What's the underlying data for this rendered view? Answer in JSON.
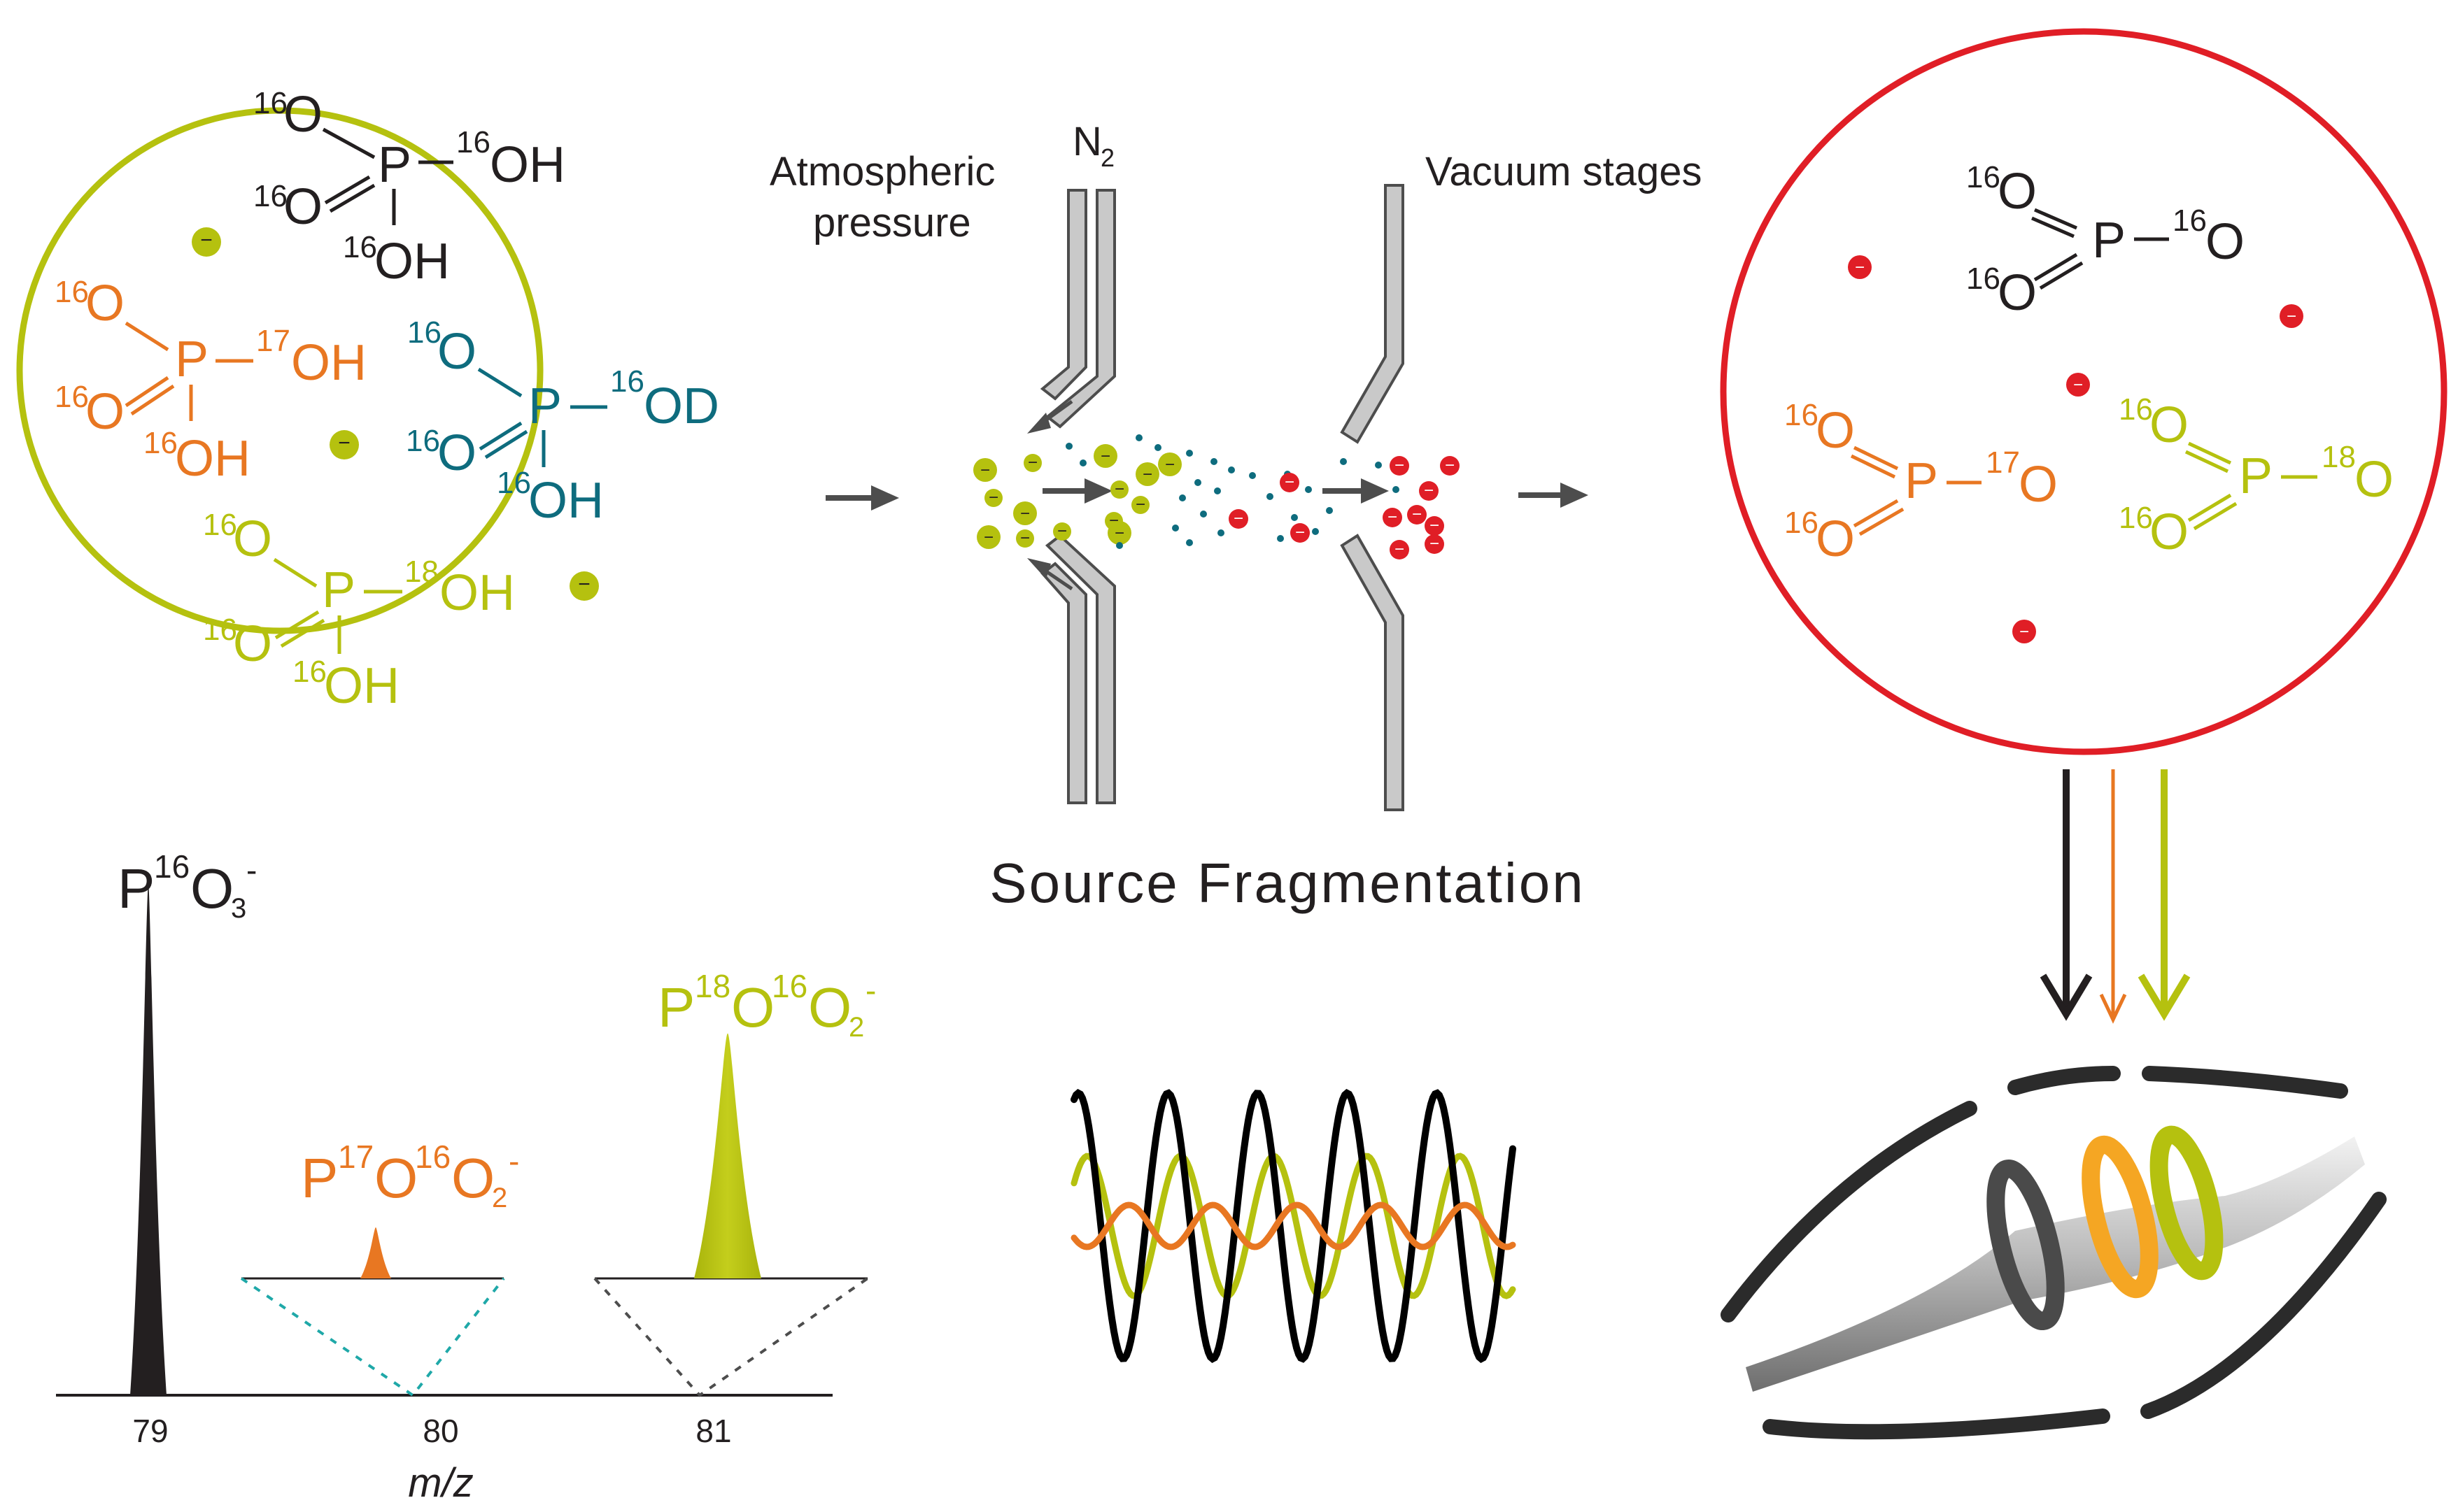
{
  "colors": {
    "black": "#231f20",
    "orange": "#e87722",
    "green": "#b5c10f",
    "teal": "#0e6c7e",
    "red": "#e01e26",
    "grey": "#c9c9c9"
  },
  "molecules": {
    "black": {
      "o1_mass": "16",
      "o1": "O",
      "p": "P",
      "o2_mass": "16",
      "o2": "OH",
      "o3_mass": "16",
      "o3": "O",
      "o4_mass": "16",
      "o4": "OH"
    },
    "orange": {
      "o1_mass": "16",
      "o1": "O",
      "p": "P",
      "o2_mass": "17",
      "o2": "OH",
      "o3_mass": "16",
      "o3": "O",
      "o4_mass": "16",
      "o4": "OH"
    },
    "teal": {
      "o1_mass": "16",
      "o1": "O",
      "p": "P",
      "o2_mass": "16",
      "o2": "OD",
      "o3_mass": "16",
      "o3": "O",
      "o4_mass": "16",
      "o4": "OH"
    },
    "green": {
      "o1_mass": "16",
      "o1": "O",
      "p": "P",
      "o2_mass": "18",
      "o2": "OH",
      "o3_mass": "16",
      "o3": "O",
      "o4_mass": "16",
      "o4": "OH"
    }
  },
  "fragments": {
    "black": {
      "o1_mass": "16",
      "o1": "O",
      "p": "P",
      "o2_mass": "16",
      "o2": "O",
      "o3_mass": "16",
      "o3": "O"
    },
    "orange": {
      "o1_mass": "16",
      "o1": "O",
      "p": "P",
      "o2_mass": "17",
      "o2": "O",
      "o3_mass": "16",
      "o3": "O"
    },
    "green": {
      "o1_mass": "16",
      "o1": "O",
      "p": "P",
      "o2_mass": "18",
      "o2": "O",
      "o3_mass": "16",
      "o3": "O"
    }
  },
  "ion_charge": "−",
  "labels": {
    "atmospheric_line1": "Atmospheric",
    "atmospheric_line2": "pressure",
    "n2": "N",
    "n2_sub": "2",
    "vacuum": "Vacuum stages",
    "source_fragmentation": "Source Fragmentation"
  },
  "spectrum": {
    "xlabel": "m/z",
    "ticks": [
      "79",
      "80",
      "81"
    ],
    "peaks": [
      {
        "mz": 79,
        "relative_intensity": 1.0,
        "color": "#231f20",
        "label_p": "P",
        "label_iso1": "16",
        "label_o1": "O",
        "label_sub": "3",
        "label_charge": "-"
      },
      {
        "mz": 80,
        "relative_intensity": 0.1,
        "color": "#e87722",
        "label_p": "P",
        "label_iso1": "17",
        "label_o1": "O",
        "label_iso2": "16",
        "label_o2": "O",
        "label_sub": "2",
        "label_charge": "-"
      },
      {
        "mz": 81,
        "relative_intensity": 0.48,
        "color": "#b5c10f",
        "label_p": "P",
        "label_iso1": "18",
        "label_o1": "O",
        "label_iso2": "16",
        "label_o2": "O",
        "label_sub": "2",
        "label_charge": "-"
      }
    ]
  }
}
